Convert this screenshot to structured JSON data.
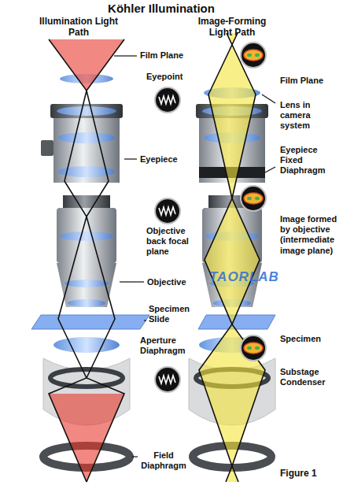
{
  "diagram": {
    "title": "Köhler Illumination",
    "caption": "Figure 1",
    "labels": [
      "Illumination Light Path",
      "Image-Forming Light Path",
      "Film Plane",
      "Eyepoint",
      "Eyepiece",
      "Objective back focal plane",
      "Objective",
      "Specimen Slide",
      "Aperture Diaphragm",
      "Field Diaphragm",
      "Film Plane",
      "Lens in camera system",
      "Eyepiece Fixed Diaphragm",
      "Image formed by objective (intermediate image plane)",
      "Specimen",
      "Substage Condenser",
      "TAORLAB"
    ]
  }
}
